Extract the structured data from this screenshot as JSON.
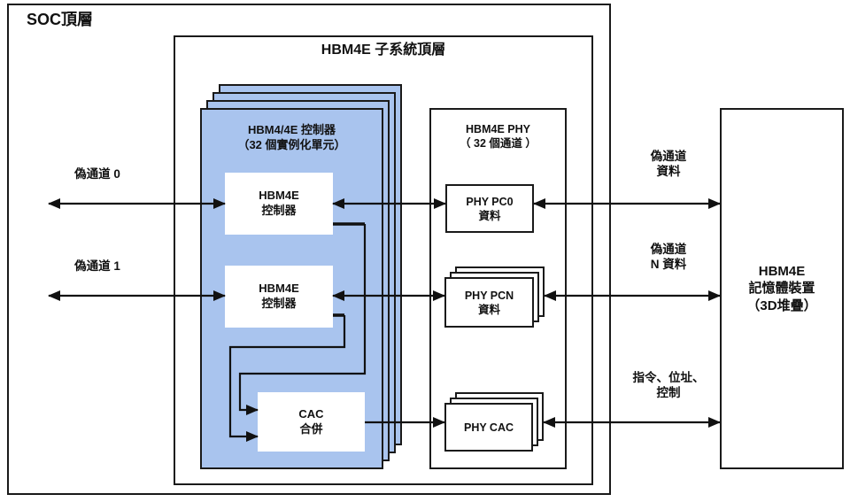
{
  "diagram": {
    "soc": {
      "title": "SOC頂層"
    },
    "subsystem": {
      "title": "HBM4E 子系統頂層"
    },
    "controller_stack": {
      "title_line1": "HBM4/4E 控制器",
      "title_line2": "（32 個實例化單元）"
    },
    "controller0": {
      "line1": "HBM4E",
      "line2": "控制器"
    },
    "controller1": {
      "line1": "HBM4E",
      "line2": "控制器"
    },
    "cac_merge": {
      "line1": "CAC",
      "line2": "合併"
    },
    "phy": {
      "title_line1": "HBM4E PHY",
      "title_line2": "（ 32 個通道 ）",
      "pc0": {
        "line1": "PHY PC0",
        "line2": "資料"
      },
      "pcn": {
        "line1": "PHY PCN",
        "line2": "資料"
      },
      "cac": {
        "label": "PHY CAC"
      }
    },
    "memory": {
      "line1": "HBM4E",
      "line2": "記憶體裝置",
      "line3": "（3D堆疊）"
    },
    "labels": {
      "pseudo_channel_0": "偽通道 0",
      "pseudo_channel_1": "偽通道 1",
      "pseudo_data_line1": "偽通道",
      "pseudo_data_line2": "資料",
      "pseudo_n_data_line1": "偽通道",
      "pseudo_n_data_line2": "N 資料",
      "cmd_line1": "指令、位址、",
      "cmd_line2": "控制"
    },
    "colors": {
      "stack_fill": "#a9c4ee",
      "box_border": "#1a1a1a",
      "background": "#ffffff"
    }
  }
}
